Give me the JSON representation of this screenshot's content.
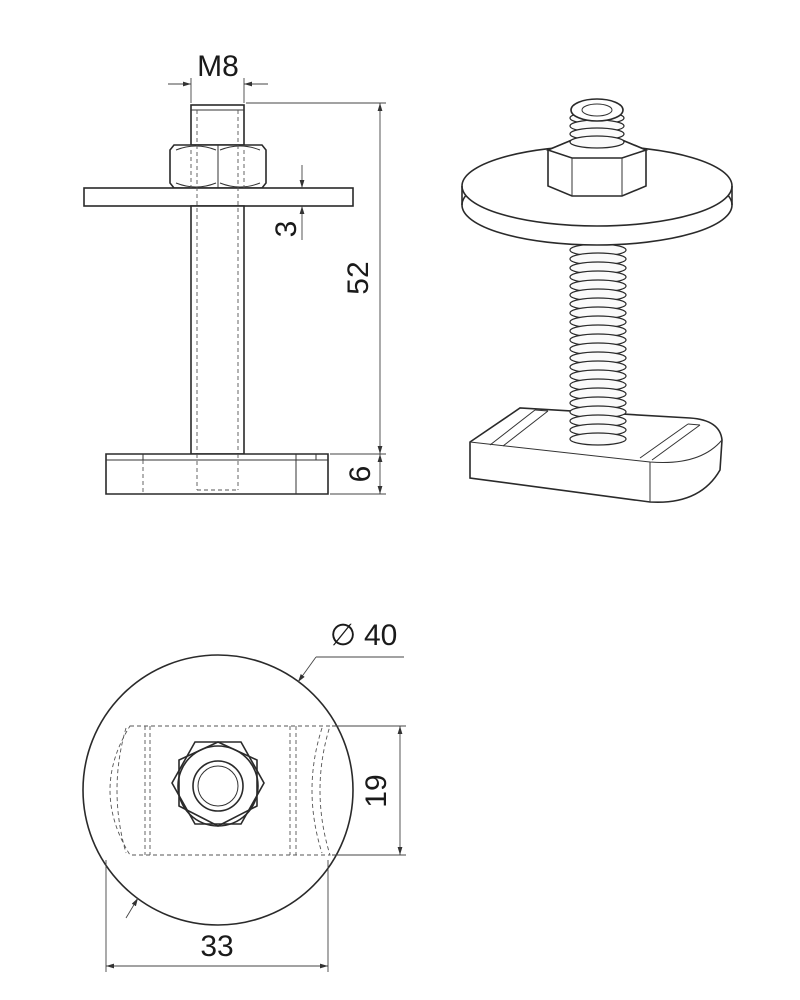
{
  "dimensions": {
    "thread": "M8",
    "height": "52",
    "washer_thickness": "3",
    "base_thickness": "6",
    "diameter_symbol": "∅",
    "diameter": "40",
    "base_width": "19",
    "base_length": "33"
  }
}
